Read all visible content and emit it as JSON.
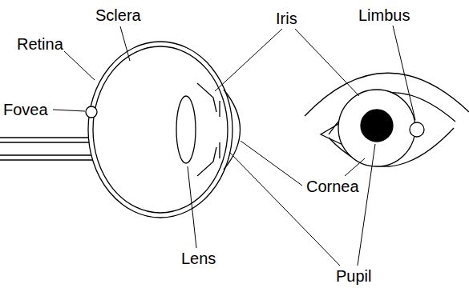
{
  "diagram": {
    "labels": [
      "Sclera",
      "Iris",
      "Limbus",
      "Retina",
      "Fovea",
      "Cornea",
      "Lens",
      "Pupil"
    ]
  }
}
